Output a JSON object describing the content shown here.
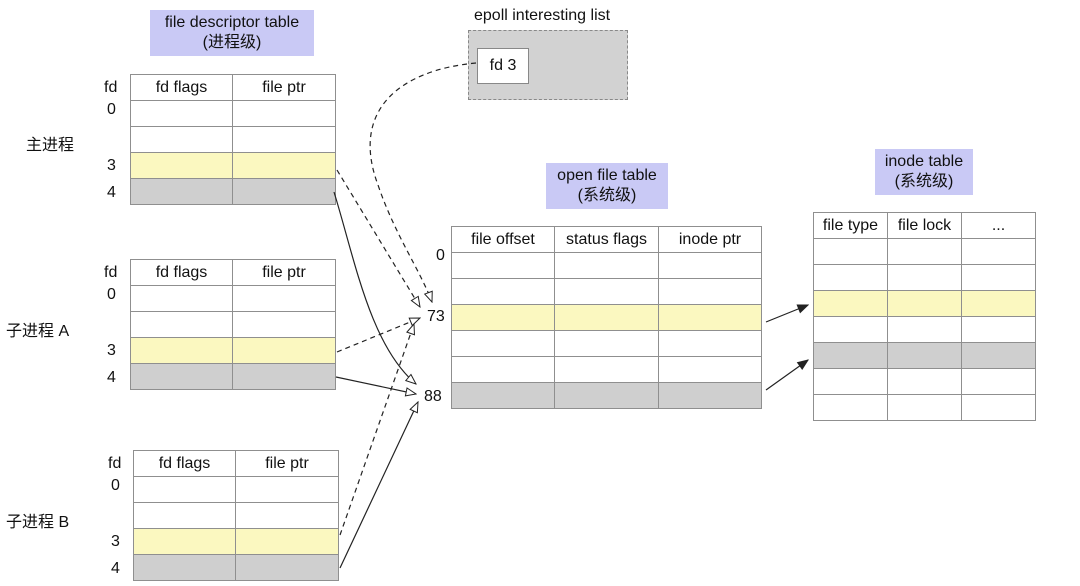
{
  "fd_table": {
    "title_line1": "file descriptor table",
    "title_line2": "(进程级)",
    "col_fd": "fd",
    "col_flags": "fd flags",
    "col_ptr": "file ptr",
    "row_labels": [
      "0",
      "",
      "3",
      "4"
    ]
  },
  "processes": {
    "main": "主进程",
    "child_a": "子进程  A",
    "child_b": "子进程  B"
  },
  "epoll": {
    "title": "epoll interesting list",
    "entry": "fd 3"
  },
  "open_file_table": {
    "title_line1": "open file table",
    "title_line2": "(系统级)",
    "headers": [
      "file offset",
      "status flags",
      "inode ptr"
    ],
    "row_labels": {
      "r0": "0",
      "r73": "73",
      "r88": "88"
    }
  },
  "inode_table": {
    "title_line1": "inode table",
    "title_line2": "(系统级)",
    "headers": [
      "file type",
      "file lock",
      "..."
    ]
  },
  "colors": {
    "title_bg": "#c9c9f5",
    "highlight_yellow": "#fbf8c0",
    "highlight_gray": "#cfcfcf",
    "epoll_bg": "#d2d2d2"
  }
}
